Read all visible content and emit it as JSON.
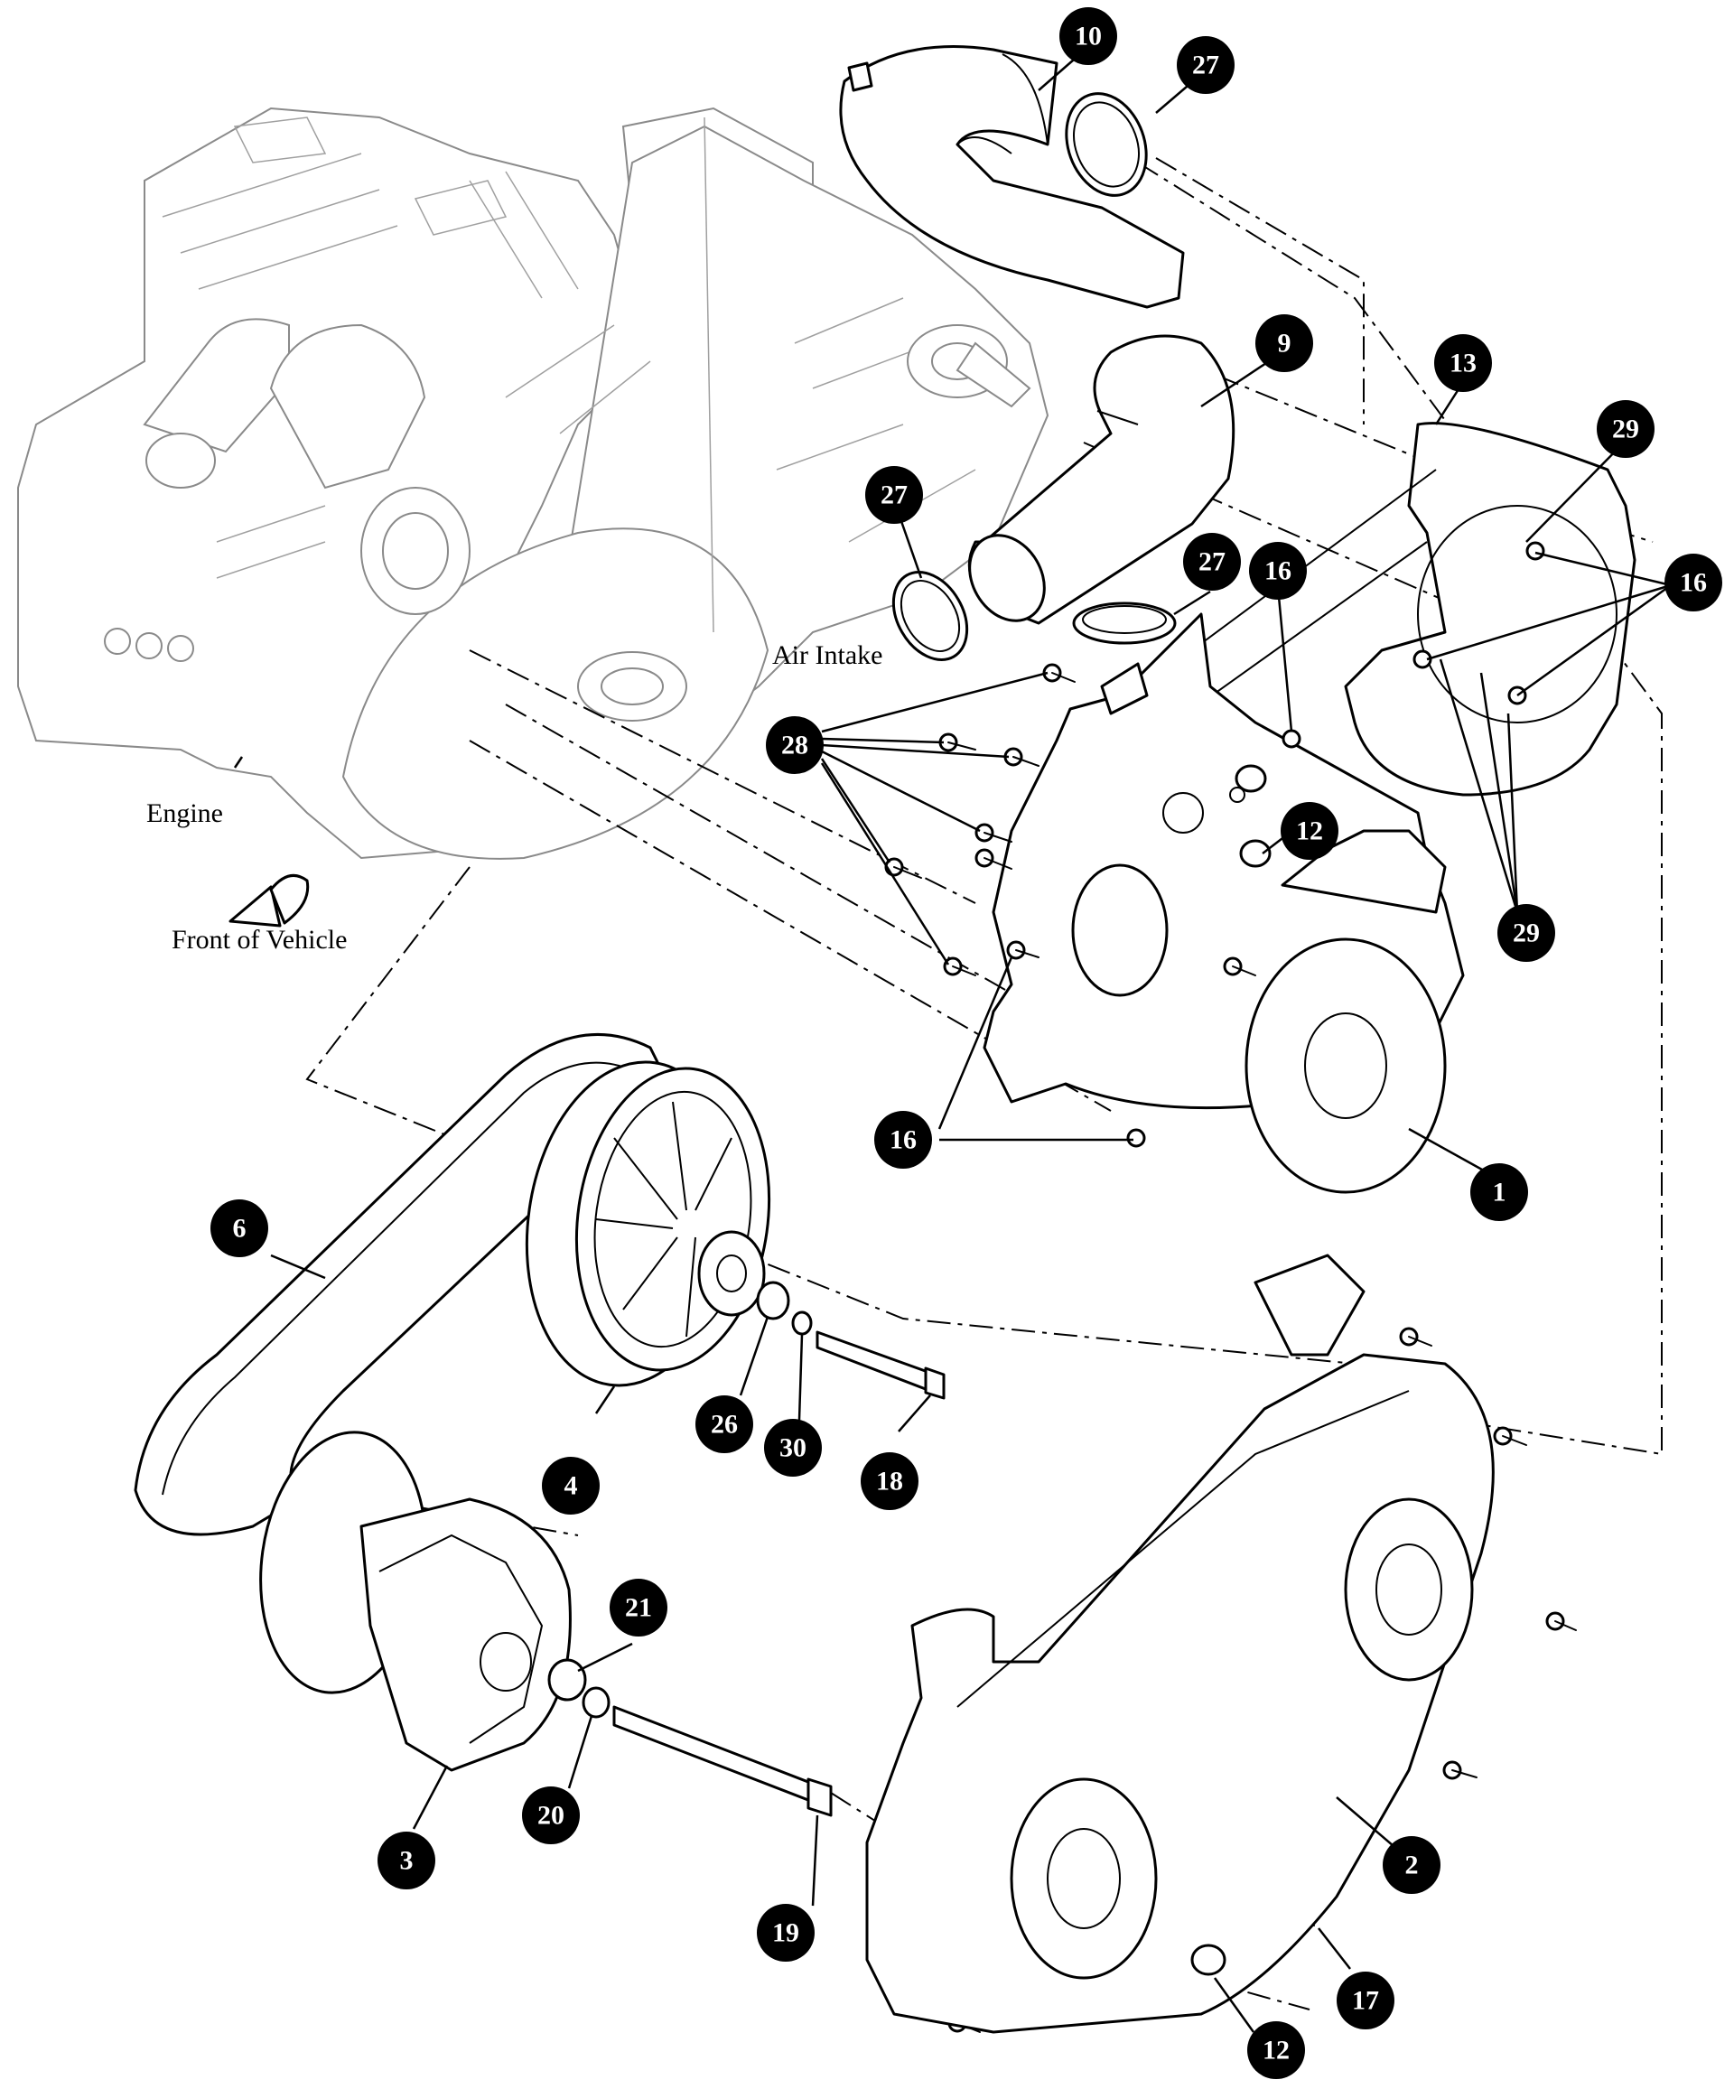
{
  "labels": {
    "engine": "Engine",
    "front": "Front of Vehicle",
    "air_intake": "Air Intake"
  },
  "callouts": {
    "c1": "1",
    "c2": "2",
    "c3": "3",
    "c4": "4",
    "c6": "6",
    "c9": "9",
    "c10": "10",
    "c12a": "12",
    "c12b": "12",
    "c13": "13",
    "c16a": "16",
    "c16b": "16",
    "c16c": "16",
    "c17": "17",
    "c18": "18",
    "c19": "19",
    "c20": "20",
    "c21": "21",
    "c26": "26",
    "c27a": "27",
    "c27b": "27",
    "c27c": "27",
    "c28": "28",
    "c29a": "29",
    "c29b": "29",
    "c30": "30"
  }
}
